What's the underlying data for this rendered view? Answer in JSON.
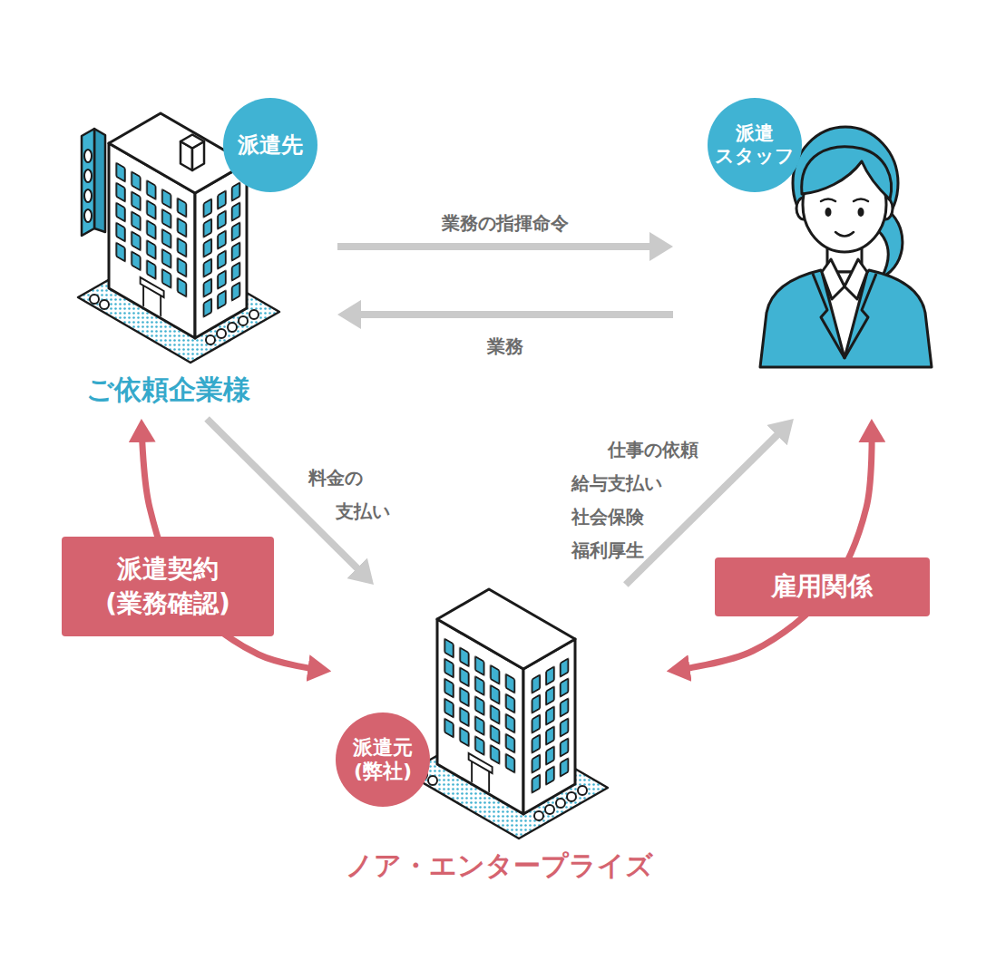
{
  "diagram": {
    "nodes": [
      {
        "text": [
          "派遣先",
          "ご依頼企業様"
        ]
      },
      {
        "text": [
          "派遣 スタッフ"
        ]
      },
      {
        "text": [
          "派遣元 (弊社)",
          "ノア・エンタープライズ"
        ]
      }
    ],
    "edges": [
      {
        "from": 0,
        "to": 1,
        "arrow": "to",
        "label": "業務の指揮命令"
      },
      {
        "from": 1,
        "to": 0,
        "arrow": "to",
        "label": "業務"
      },
      {
        "from": 0,
        "to": 2,
        "arrow": "to",
        "label": "料金の 支払い"
      },
      {
        "from": 2,
        "to": 1,
        "arrow": "to",
        "label": "仕事の依頼 給与支払い 社会保険 福利厚生"
      },
      {
        "from": 0,
        "to": 2,
        "arrow": "both",
        "label": "派遣契約 (業務確認)"
      },
      {
        "from": 1,
        "to": 2,
        "arrow": "both",
        "label": "雇用関係"
      }
    ]
  }
}
